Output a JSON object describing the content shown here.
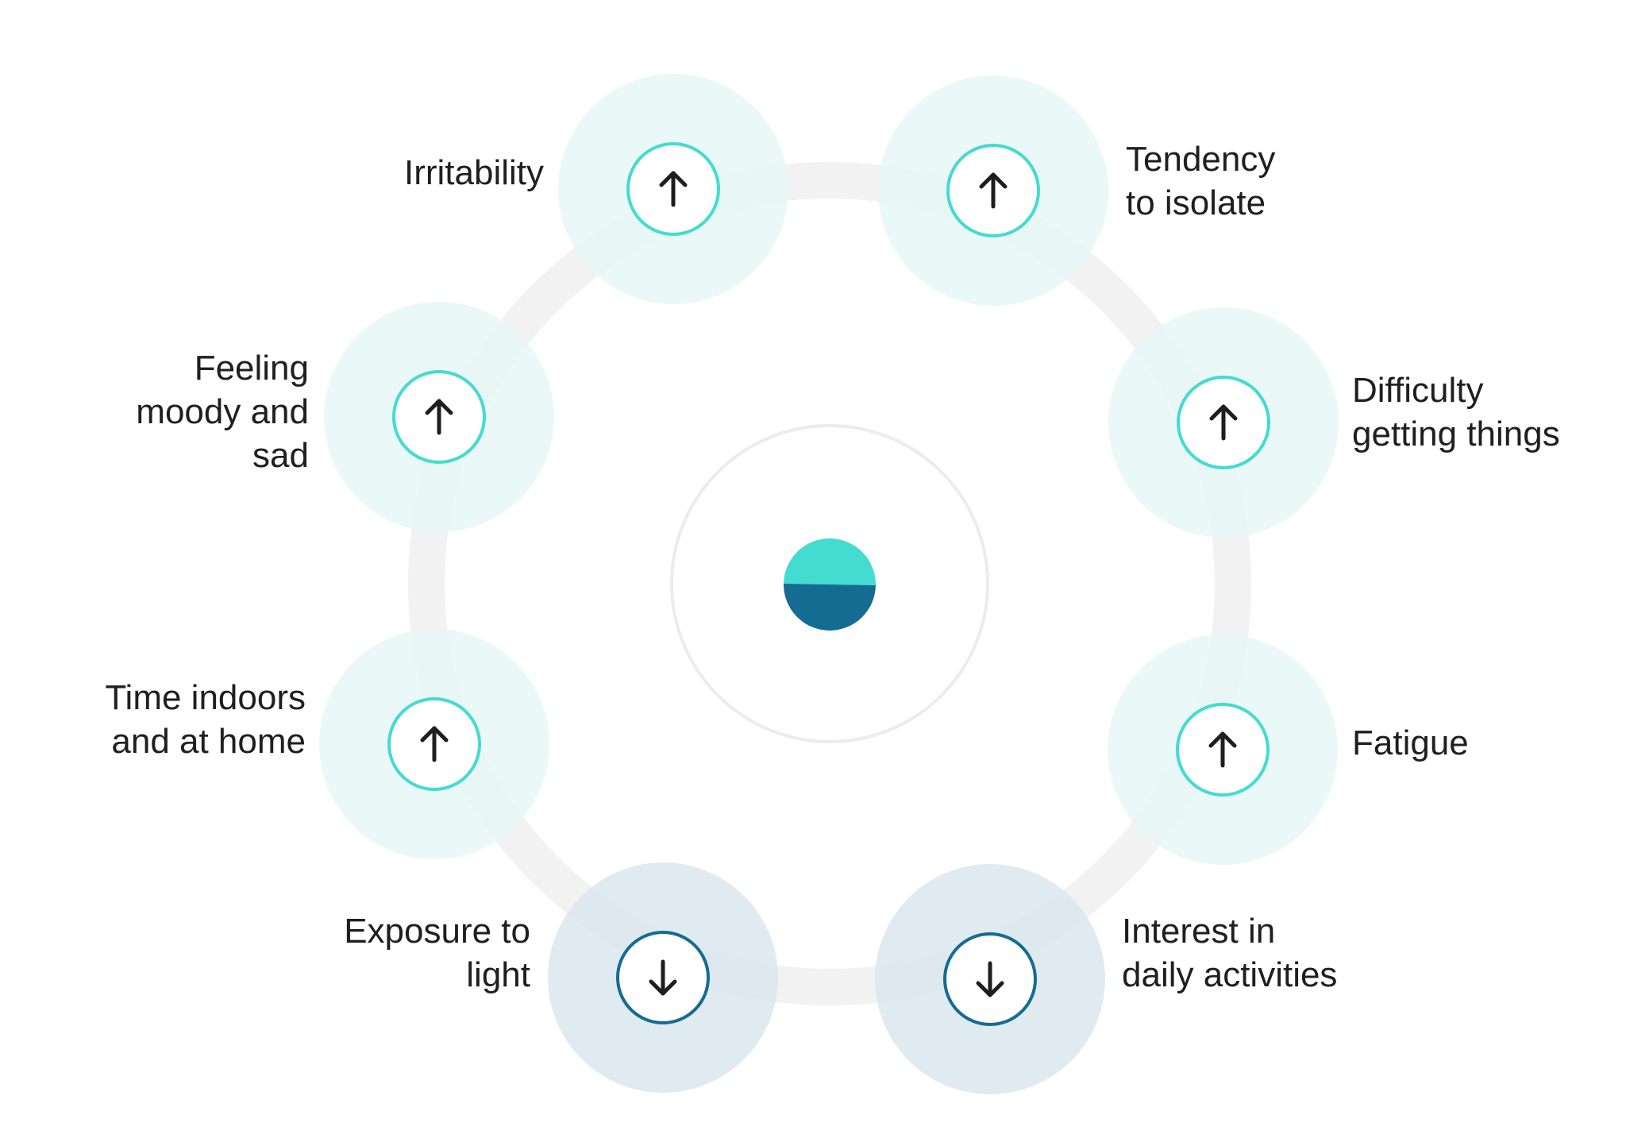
{
  "diagram": {
    "colors": {
      "ring": "#f2f2f2",
      "inner_ring": "#ececec",
      "increase_accent": "#44dbd0",
      "increase_halo": "#e7f7f7",
      "decrease_accent": "#156c93",
      "decrease_halo": "#d9e6ee",
      "arrow": "#1e1e1e",
      "text": "#1f1f1f"
    },
    "center": {
      "top_color": "#44dbd0",
      "bottom_color": "#156c93"
    },
    "nodes": [
      {
        "id": "irritability",
        "direction": "up",
        "icon": "arrow-up-icon",
        "label_lines": [
          "Irritability"
        ]
      },
      {
        "id": "tendency-to-isolate",
        "direction": "up",
        "icon": "arrow-up-icon",
        "label_lines": [
          "Tendency",
          "to isolate"
        ]
      },
      {
        "id": "difficulty-getting-things",
        "direction": "up",
        "icon": "arrow-up-icon",
        "label_lines": [
          "Difficulty",
          "getting things"
        ]
      },
      {
        "id": "fatigue",
        "direction": "up",
        "icon": "arrow-up-icon",
        "label_lines": [
          "Fatigue"
        ]
      },
      {
        "id": "interest-in-daily-activities",
        "direction": "down",
        "icon": "arrow-down-icon",
        "label_lines": [
          "Interest in",
          "daily activities"
        ]
      },
      {
        "id": "exposure-to-light",
        "direction": "down",
        "icon": "arrow-down-icon",
        "label_lines": [
          "Exposure to",
          "light"
        ]
      },
      {
        "id": "time-indoors",
        "direction": "up",
        "icon": "arrow-up-icon",
        "label_lines": [
          "Time indoors",
          "and at home"
        ]
      },
      {
        "id": "feeling-moody",
        "direction": "up",
        "icon": "arrow-up-icon",
        "label_lines": [
          "Feeling",
          "moody and",
          "sad"
        ]
      }
    ]
  }
}
